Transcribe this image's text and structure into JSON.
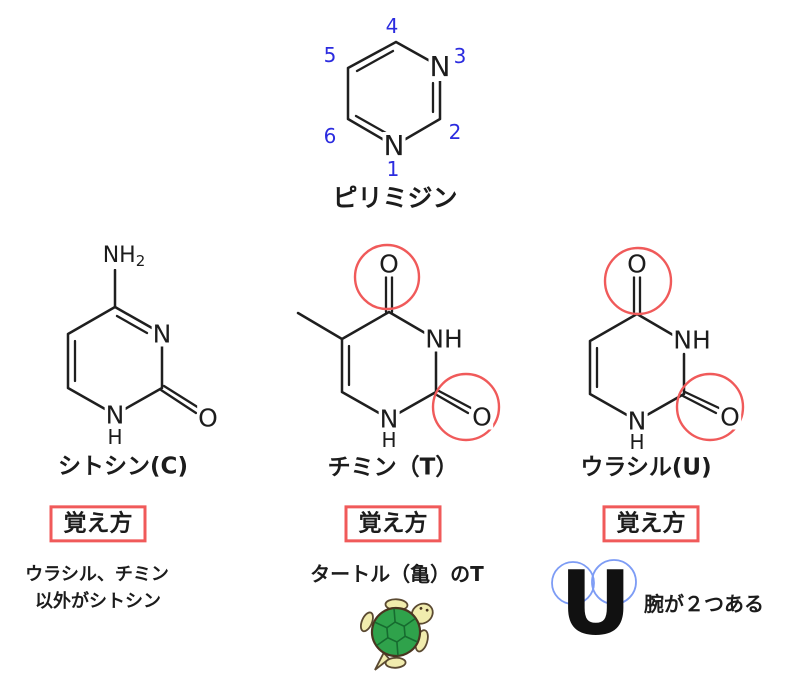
{
  "colors": {
    "bond": "#1f1f1f",
    "number_blue": "#2b2bdf",
    "highlight_red": "#f05a5a",
    "memo_border_red": "#f05a5a",
    "arm_circle_blue": "#7d9cf5",
    "turtle_shell_green": "#2fa24b",
    "turtle_body_cream": "#f1ecae",
    "turtle_outline_brown": "#5b4a32"
  },
  "pyrimidine": {
    "title": "ピリミジン",
    "atom_n3": "N",
    "atom_n1": "N",
    "num1": "1",
    "num2": "2",
    "num3": "3",
    "num4": "4",
    "num5": "5",
    "num6": "6"
  },
  "cytosine": {
    "name": "シトシン(C)",
    "amine": "NH",
    "amine_sub": "2",
    "atom_n3": "N",
    "atom_n1": "N",
    "atom_h": "H",
    "atom_o": "O",
    "memo_label": "覚え方",
    "memo_line1": "ウラシル、チミン",
    "memo_line2": "以外がシトシン"
  },
  "thymine": {
    "name": "チミン（T）",
    "atom_nh": "NH",
    "atom_n1": "N",
    "atom_h": "H",
    "atom_o_top": "O",
    "atom_o_bottom": "O",
    "memo_label": "覚え方",
    "memo_text": "タートル（亀）のT",
    "turtle_icon": "turtle"
  },
  "uracil": {
    "name": "ウラシル(U)",
    "atom_nh": "NH",
    "atom_n1": "N",
    "atom_h": "H",
    "atom_o_top": "O",
    "atom_o_bottom": "O",
    "memo_label": "覚え方",
    "big_letter": "U",
    "memo_text": "腕が２つある"
  }
}
